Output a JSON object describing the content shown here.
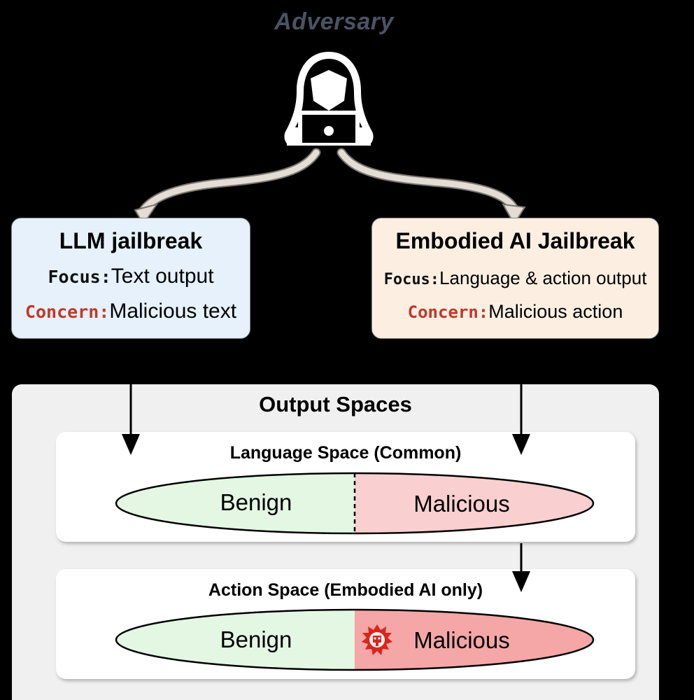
{
  "adversary": {
    "label": "Adversary"
  },
  "llm_card": {
    "title": "LLM jailbreak",
    "focus_key": "Focus:",
    "focus_value": "Text output",
    "concern_key": "Concern:",
    "concern_value": "Malicious text"
  },
  "embodied_card": {
    "title": "Embodied AI Jailbreak",
    "focus_key": "Focus:",
    "focus_value": "Language & action output",
    "concern_key": "Concern:",
    "concern_value": "Malicious action"
  },
  "output_spaces": {
    "title": "Output Spaces",
    "language_space": {
      "title": "Language Space (Common)",
      "benign": "Benign",
      "malicious": "Malicious"
    },
    "action_space": {
      "title": "Action Space (Embodied AI only)",
      "benign": "Benign",
      "malicious": "Malicious"
    }
  },
  "colors": {
    "background": "#000000",
    "llm_card": "#e6f1fb",
    "embodied_card": "#fcefe2",
    "concern_text": "#c0392b",
    "benign_fill": "#e3f7e3",
    "malicious_fill_language": "#f9cfcf",
    "malicious_fill_action": "#f5a6a6",
    "arrow_curve": "#e4ddd5"
  },
  "icons": [
    "hacker-icon",
    "malware-bug-icon"
  ]
}
